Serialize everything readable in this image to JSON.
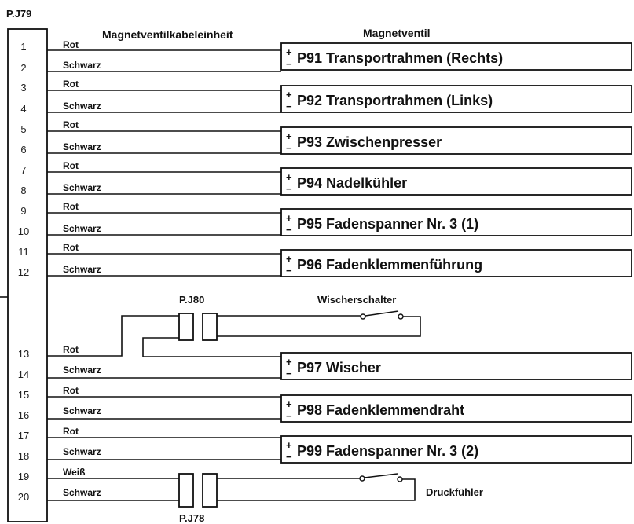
{
  "connector": {
    "name": "P.J79"
  },
  "headers": {
    "cable_unit": "Magnetventilkabeleinheit",
    "valve": "Magnetventil"
  },
  "wire_colors": {
    "red": "Rot",
    "black": "Schwarz",
    "white": "Weiß"
  },
  "pins": [
    "1",
    "2",
    "3",
    "4",
    "5",
    "6",
    "7",
    "8",
    "9",
    "10",
    "11",
    "12",
    "13",
    "14",
    "15",
    "16",
    "17",
    "18",
    "19",
    "20"
  ],
  "valves": [
    {
      "code": "P91",
      "name": "Transportrahmen (Rechts)"
    },
    {
      "code": "P92",
      "name": "Transportrahmen (Links)"
    },
    {
      "code": "P93",
      "name": "Zwischenpresser"
    },
    {
      "code": "P94",
      "name": "Nadelkühler"
    },
    {
      "code": "P95",
      "name": "Fadenspanner Nr. 3 (1)"
    },
    {
      "code": "P96",
      "name": "Fadenklemmenführung"
    },
    {
      "code": "P97",
      "name": "Wischer"
    },
    {
      "code": "P98",
      "name": "Fadenklemmendraht"
    },
    {
      "code": "P99",
      "name": "Fadenspanner Nr. 3 (2)"
    }
  ],
  "polarity": {
    "plus": "+",
    "minus": "−"
  },
  "connectors": {
    "wiper_connector": "P.J80",
    "sensor_connector": "P.J78"
  },
  "switches": {
    "wiper_switch": "Wischerschalter",
    "pressure_sensor": "Druckfühler"
  }
}
